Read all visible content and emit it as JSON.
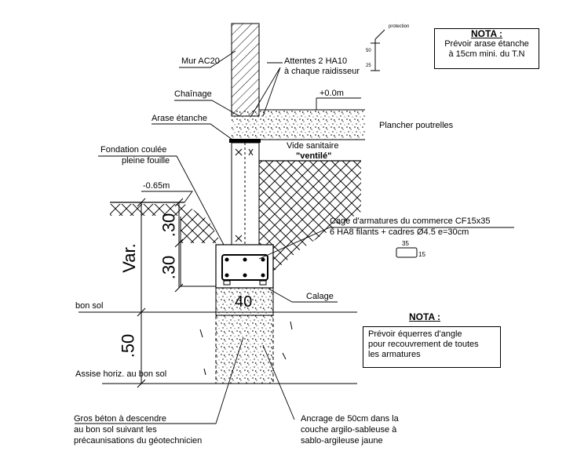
{
  "labels": {
    "mur": "Mur AC20",
    "attentes_1": "Attentes 2 HA10",
    "attentes_2": "à chaque raidisseur",
    "chainage": "Chaînage",
    "arase": "Arase étanche",
    "level_top": "+0.0m",
    "plancher": "Plancher poutrelles",
    "vide_1": "Vide sanitaire",
    "vide_2": "\"ventilé\"",
    "fondation_1": "Fondation coulée",
    "fondation_2": "pleine fouille",
    "level_bottom": "-0.65m",
    "cage_1": "Cage d'armatures du commerce CF15x35",
    "cage_2": "6 HA8 filants + cadres Ø4.5 e=30cm",
    "cadre_w": "35",
    "cadre_h": "15",
    "calage": "Calage",
    "bon_sol": "bon sol",
    "assise": "Assise horiz. au bon sol",
    "gros_beton_1": "Gros béton à descendre",
    "gros_beton_2": "au bon sol suivant les",
    "gros_beton_3": "précaunisations du géotechnicien",
    "ancrage_1": "Ancrage de 50cm dans la",
    "ancrage_2": "couche argilo-sableuse à",
    "ancrage_3": "sablo-argileuse jaune",
    "protection": "protection",
    "detail_50": "50",
    "detail_25": "25"
  },
  "dimensions": {
    "var": "Var.",
    "d30a": ".30",
    "d30b": ".30",
    "d40": "40",
    "d50": ".50"
  },
  "nota1": {
    "title": "NOTA :",
    "line1": "Prévoir arase étanche",
    "line2": "à 15cm mini. du T.N"
  },
  "nota2": {
    "title": "NOTA :",
    "line1": "Prévoir équerres d'angle",
    "line2": "pour recouvrement de toutes",
    "line3": "les armatures"
  }
}
